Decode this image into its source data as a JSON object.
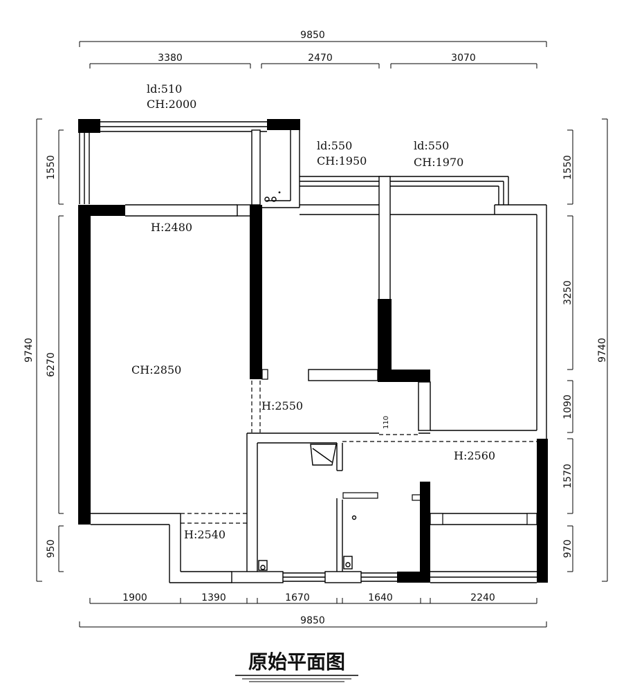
{
  "title": "原始平面图",
  "dimensions": {
    "top_total": "9850",
    "top_segments": [
      "3380",
      "2470",
      "3070"
    ],
    "bottom_segments": [
      "1900",
      "1390",
      "1670",
      "1640",
      "2240"
    ],
    "bottom_total": "9850",
    "left_total": "9740",
    "left_segments": [
      "1550",
      "6270",
      "950"
    ],
    "right_total": "9740",
    "right_segments": [
      "1550",
      "3250",
      "1090",
      "1570",
      "970"
    ]
  },
  "annotations": {
    "window_1_ld": "ld:510",
    "window_1_ch": "CH:2000",
    "window_2_ld": "ld:550",
    "window_2_ch": "CH:1950",
    "window_3_ld": "ld:550",
    "window_3_ch": "CH:1970",
    "beam_bedroom": "H:2480",
    "ceiling_bedroom": "CH:2850",
    "beam_hall": "H:2550",
    "beam_bottom_left": "H:2540",
    "beam_right": "H:2560",
    "small_110": "110"
  }
}
